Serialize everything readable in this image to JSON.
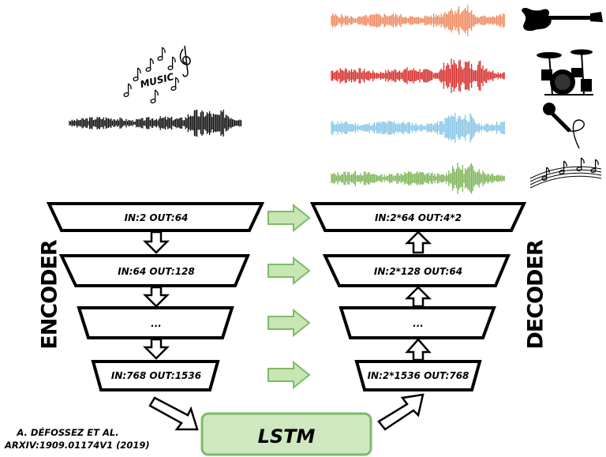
{
  "music_label": "MUSIC",
  "encoder": {
    "label": "ENCODER",
    "layers": [
      "IN:2 OUT:64",
      "IN:64 OUT:128",
      "...",
      "IN:768 OUT:1536"
    ]
  },
  "decoder": {
    "label": "DECODER",
    "layers": [
      "IN:2*64 OUT:4*2",
      "IN:2*128 OUT:64",
      "...",
      "IN:2*1536 OUT:768"
    ]
  },
  "lstm_label": "LSTM",
  "citation": {
    "line1": "A. DÉFOSSEZ ET AL.",
    "line2": "ARXIV:1909.01174V1 (2019)"
  },
  "colors": {
    "mixture_wave": "#111111",
    "guitar_wave": "#ef8a5f",
    "drums_wave": "#d62f2c",
    "vocals_wave": "#88c6e6",
    "other_wave": "#7fb55a",
    "skip_arrow_fill": "#c8e6b4",
    "skip_arrow_stroke": "#7fba6a",
    "lstm_border": "#7fba6a",
    "lstm_fill": "#cfe8c0"
  },
  "icons": [
    "music-notes-icon",
    "guitar-icon",
    "drum-kit-icon",
    "microphone-icon",
    "sheet-music-icon"
  ]
}
